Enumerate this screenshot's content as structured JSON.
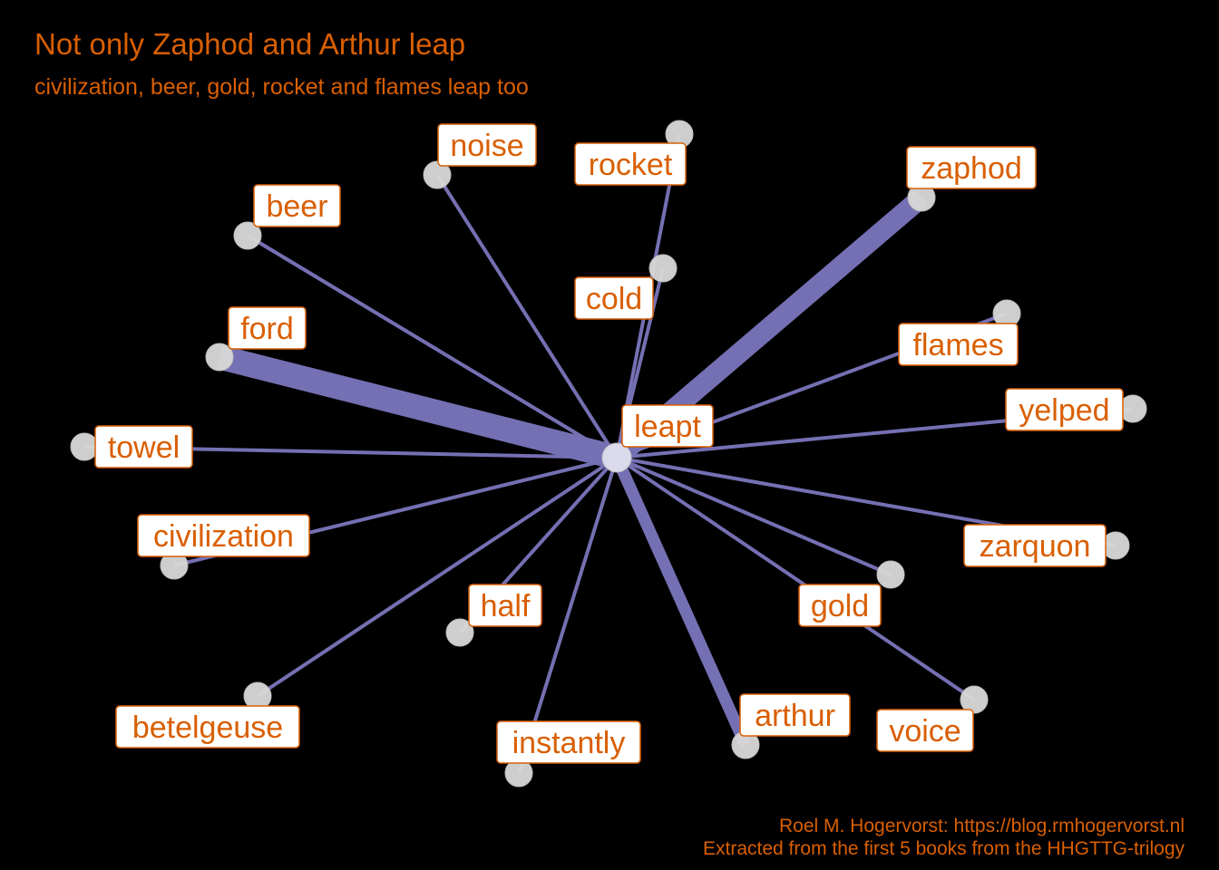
{
  "title": "Not only Zaphod and Arthur leap",
  "subtitle": "civilization, beer, gold, rocket and flames leap too",
  "caption": {
    "line1": "Roel M. Hogervorst: https://blog.rmhogervorst.nl",
    "line2": "Extracted from the first 5 books from the HHGTTG-trilogy"
  },
  "colors": {
    "background": "#000000",
    "edge": "#7570B3",
    "node": "#D9D9D9",
    "center_node": "#E0DFF0",
    "label_text": "#D95F02",
    "label_border": "#D95F02",
    "label_fill": "#FFFFFF"
  },
  "graph": {
    "center": "leapt",
    "words": [
      {
        "word": "zaphod",
        "weight": 5
      },
      {
        "word": "ford",
        "weight": 6
      },
      {
        "word": "arthur",
        "weight": 3
      },
      {
        "word": "noise",
        "weight": 1
      },
      {
        "word": "rocket",
        "weight": 1
      },
      {
        "word": "beer",
        "weight": 1
      },
      {
        "word": "cold",
        "weight": 1
      },
      {
        "word": "flames",
        "weight": 1
      },
      {
        "word": "yelped",
        "weight": 1
      },
      {
        "word": "towel",
        "weight": 1
      },
      {
        "word": "civilization",
        "weight": 1
      },
      {
        "word": "zarquon",
        "weight": 1
      },
      {
        "word": "half",
        "weight": 1
      },
      {
        "word": "gold",
        "weight": 1
      },
      {
        "word": "betelgeuse",
        "weight": 1
      },
      {
        "word": "instantly",
        "weight": 1
      },
      {
        "word": "voice",
        "weight": 1
      }
    ]
  }
}
